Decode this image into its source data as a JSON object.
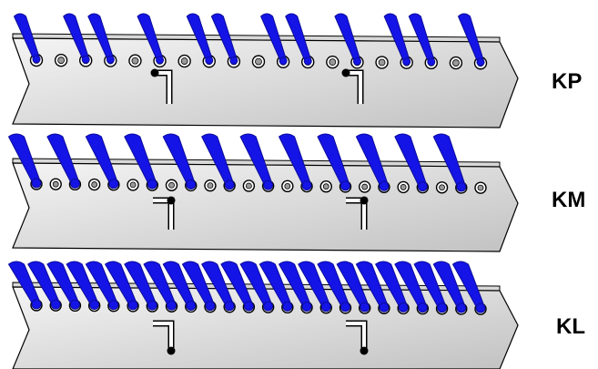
{
  "colors": {
    "pin": "#1414e6",
    "pin_dark": "#0c0c9a",
    "plate_light": "#f2f2f2",
    "plate_dark": "#c4c4c4",
    "outline": "#000000",
    "background": "#ffffff"
  },
  "rows": [
    {
      "id": "kp",
      "label": "KP",
      "hole_count": 19,
      "pin_count": 12,
      "pin_style": "thin",
      "bracket_direction": "down",
      "bracket_dot": "top"
    },
    {
      "id": "km",
      "label": "KM",
      "hole_count": 24,
      "pin_count": 12,
      "pin_style": "wide",
      "bracket_direction": "down",
      "bracket_dot": "top"
    },
    {
      "id": "kl",
      "label": "KL",
      "hole_count": 24,
      "pin_count": 24,
      "pin_style": "wide",
      "bracket_direction": "down",
      "bracket_dot": "bottom"
    }
  ]
}
